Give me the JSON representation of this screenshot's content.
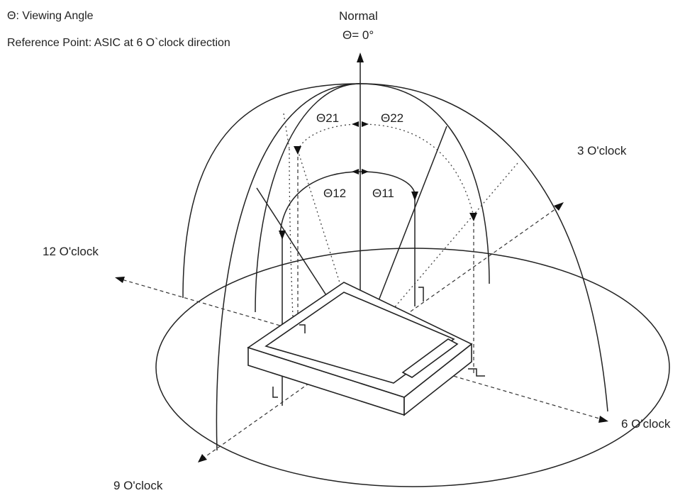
{
  "header": {
    "legend_line": "Θ: Viewing Angle",
    "reference_line": "Reference Point: ASIC at 6 O`clock direction"
  },
  "labels": {
    "normal": "Normal",
    "theta_zero": "Θ= 0°",
    "theta21": "Θ21",
    "theta22": "Θ22",
    "theta12": "Θ12",
    "theta11": "Θ11",
    "three_oclock": "3 O'clock",
    "twelve_oclock": "12 O'clock",
    "six_oclock": "6 O'clock",
    "nine_oclock": "9 O'clock"
  },
  "colors": {
    "line": "#222222",
    "background": "#ffffff"
  }
}
